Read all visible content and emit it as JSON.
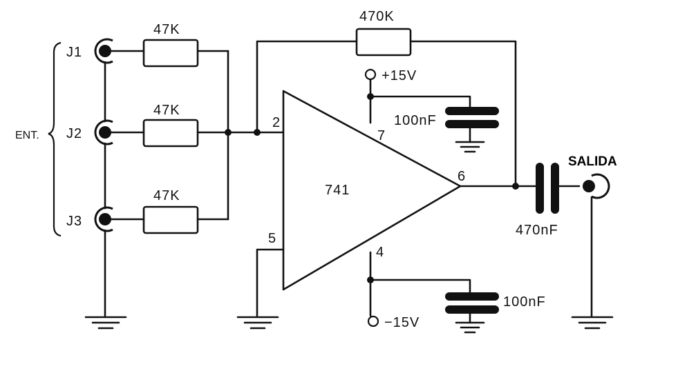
{
  "inputs": {
    "group_label": "ENT.",
    "jacks": [
      {
        "label": "J1",
        "resistor": "47K"
      },
      {
        "label": "J2",
        "resistor": "47K"
      },
      {
        "label": "J3",
        "resistor": "47K"
      }
    ]
  },
  "feedback_resistor": "470K",
  "opamp": {
    "label": "741",
    "pins": {
      "inv": "2",
      "noninv": "5",
      "vpos": "7",
      "vneg": "4",
      "out": "6"
    }
  },
  "supply": {
    "positive": "+15V",
    "negative": "−15V",
    "pos_cap": "100nF",
    "neg_cap": "100nF"
  },
  "output": {
    "label": "SALIDA",
    "cap": "470nF"
  }
}
